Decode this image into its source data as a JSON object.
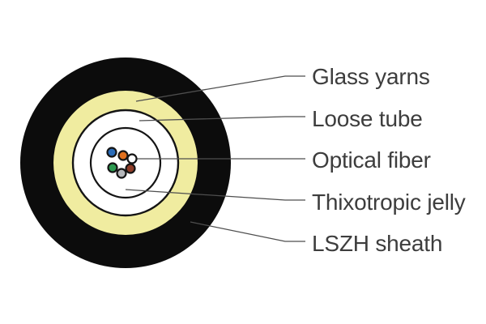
{
  "diagram": {
    "labels": [
      {
        "text": "Glass yarns"
      },
      {
        "text": "Loose tube"
      },
      {
        "text": "Optical fiber"
      },
      {
        "text": "Thixotropic jelly"
      },
      {
        "text": "LSZH sheath"
      }
    ],
    "colors": {
      "background": "#ffffff",
      "sheath": "#0c0c0c",
      "glass_yarns": "#f0eca0",
      "loose_tube_fill": "#ffffff",
      "jelly_fill": "#ffffff",
      "ring_outline": "#141414",
      "leader_line": "#4e4e4e",
      "label_text": "#3d3d3d",
      "fiber_outline": "#141414"
    },
    "fibers": [
      {
        "name": "fiber-blue",
        "color": "#2a6cb8"
      },
      {
        "name": "fiber-orange",
        "color": "#e0701e"
      },
      {
        "name": "fiber-white",
        "color": "#ffffff"
      },
      {
        "name": "fiber-green",
        "color": "#2d9a50"
      },
      {
        "name": "fiber-gray",
        "color": "#b5b7ba"
      },
      {
        "name": "fiber-brown",
        "color": "#8f3d28"
      }
    ]
  }
}
